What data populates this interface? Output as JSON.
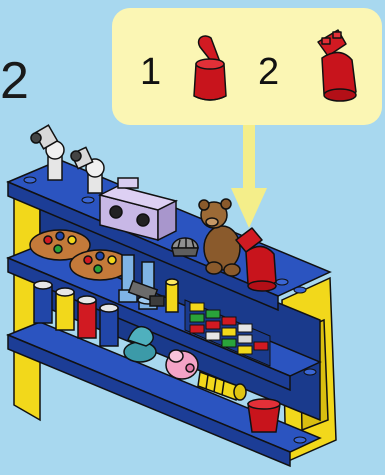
{
  "callout": {
    "steps": [
      {
        "number": "1",
        "part": "red-curved-piece-upright-icon"
      },
      {
        "number": "2",
        "part": "red-curved-piece-angled-icon"
      }
    ]
  },
  "edge_glyph": "2",
  "colors": {
    "background": "#a8d8ef",
    "callout_fill": "#fbf6b4",
    "arrow": "#f4ee8a",
    "shelf_blue": "#2146a8",
    "side_yellow": "#f2d81b",
    "brick_red": "#c8141c",
    "outline": "#111111"
  }
}
